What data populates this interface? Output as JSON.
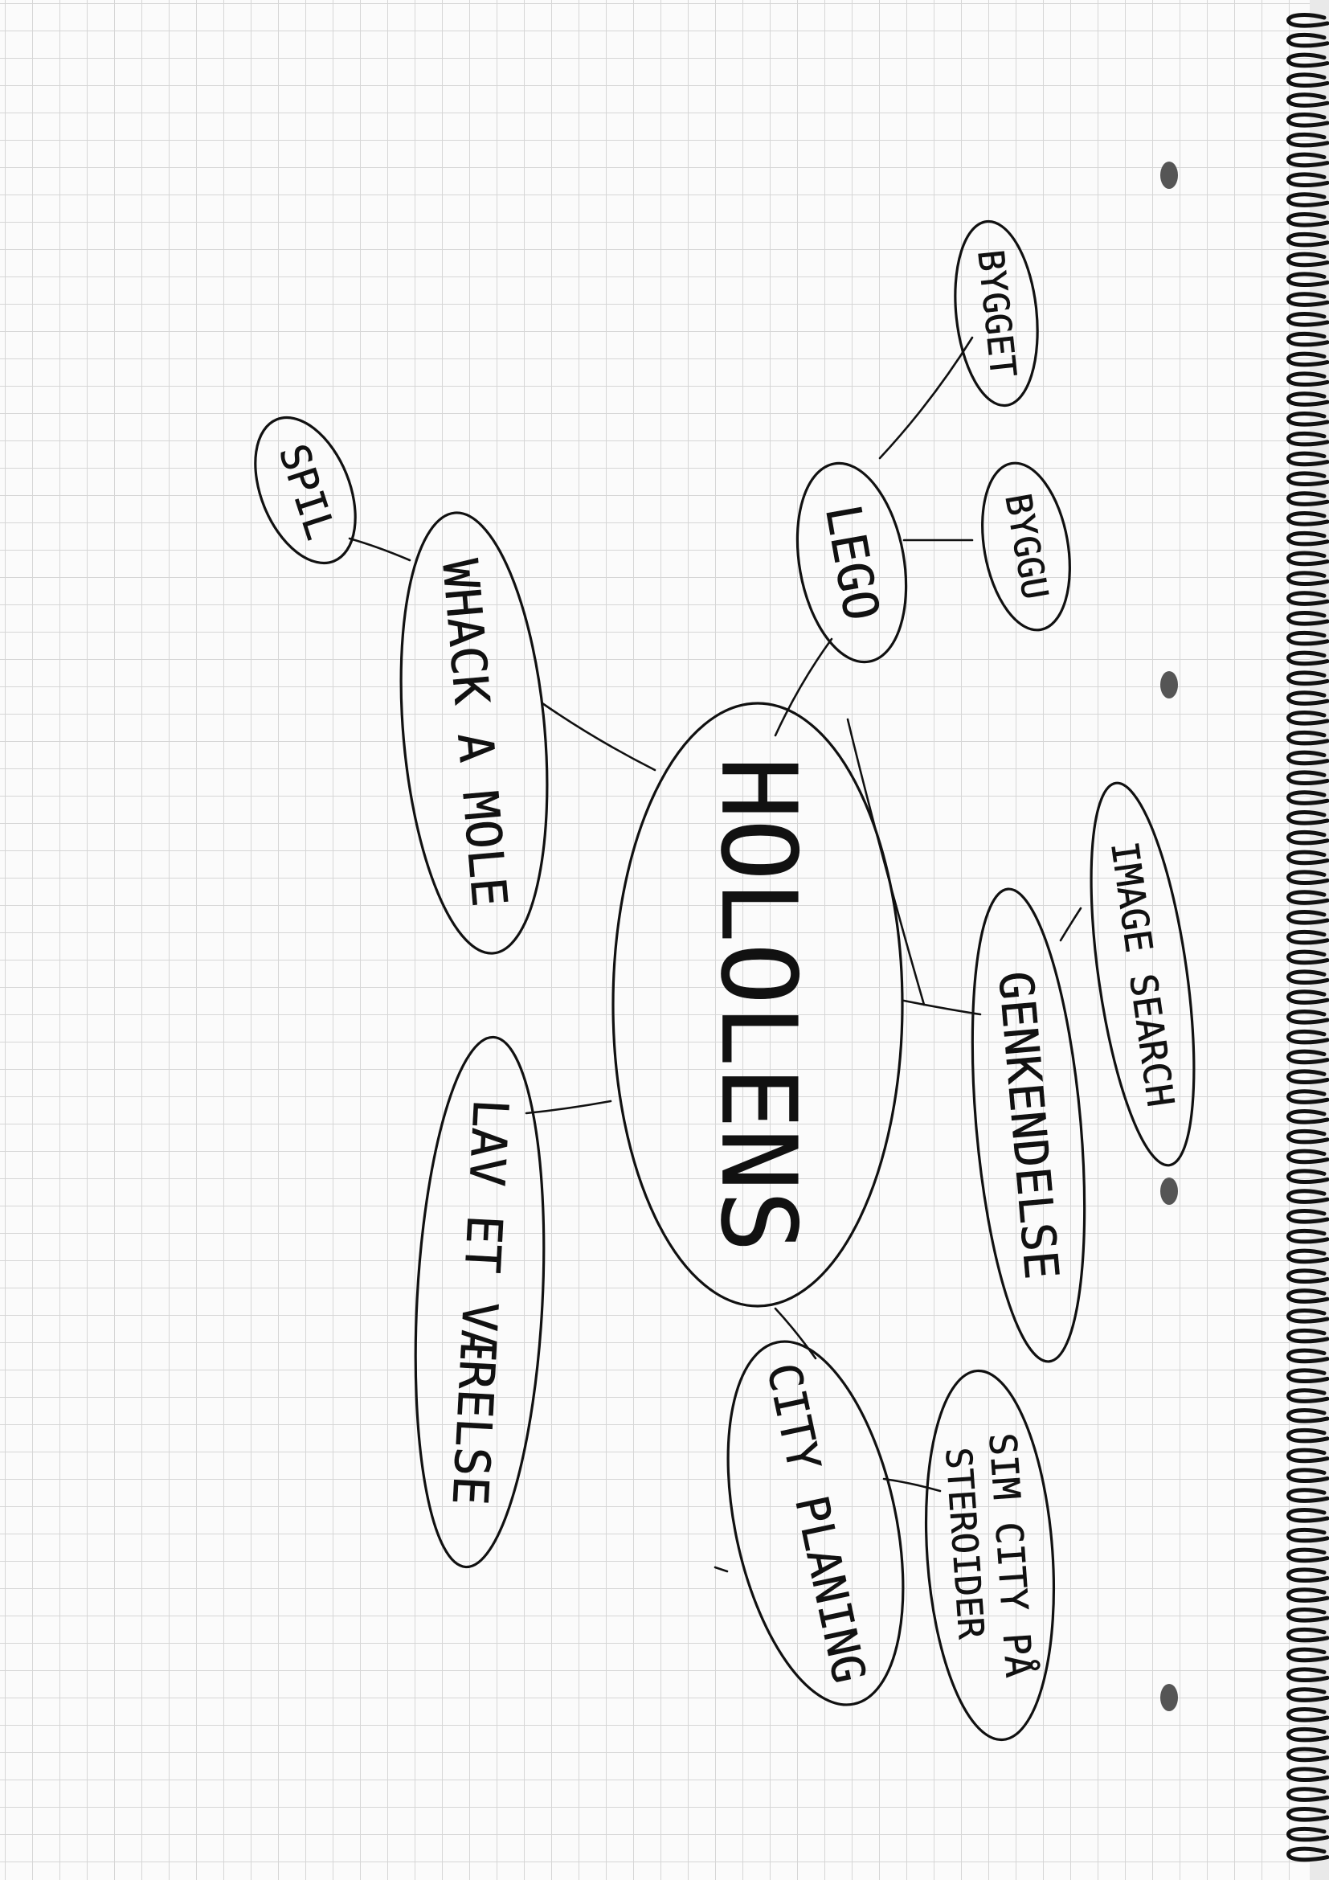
{
  "mindmap": {
    "center": "HOLOLENS",
    "branches": {
      "whack_a_mole": "WHACK A MOLE",
      "spil": "SPIL",
      "lego": "LEGO",
      "bygget": "BYGGET",
      "byggu": "BYGGU",
      "genkendelse": "GENKENDELSE",
      "image_search": "IMAGE SEARCH",
      "lav_et_vaerelse": "LAV ET VÆRELSE",
      "city_planning": "CITY PLANING",
      "sim_city_line1": "SIM CITY PÅ",
      "sim_city_line2": "STEROIDER"
    }
  },
  "colors": {
    "ink": "#111111",
    "grid": "#d6d6d6",
    "paper": "#fbfbfb"
  }
}
